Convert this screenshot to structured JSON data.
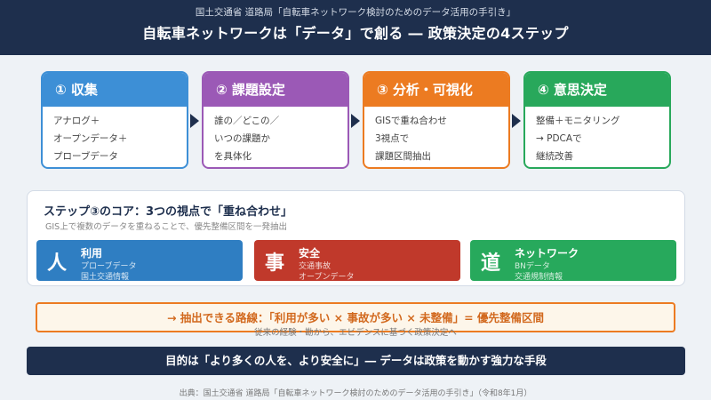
{
  "header": {
    "subtitle": "国土交通省 道路局「自転車ネットワーク検討のためのデータ活用の手引き」",
    "title": "自転車ネットワークは「データ」で創る ― 政策決定の4ステップ"
  },
  "steps": [
    {
      "label": "① 収集",
      "lines": [
        "アナログ＋",
        "オープンデータ＋",
        "プローブデータ"
      ],
      "color": "#3d8fd6"
    },
    {
      "label": "② 課題設定",
      "lines": [
        "誰の／どこの／",
        "いつの課題か",
        "を具体化"
      ],
      "color": "#9b59b6"
    },
    {
      "label": "③ 分析・可視化",
      "lines": [
        "GISで重ね合わせ",
        "3視点で",
        "課題区間抽出"
      ],
      "color": "#ec7b21"
    },
    {
      "label": "④ 意思決定",
      "lines": [
        "整備＋モニタリング",
        "→ PDCAで",
        "継続改善"
      ],
      "color": "#28a85b"
    }
  ],
  "core": {
    "title": "ステップ③のコア：3つの視点で「重ね合わせ」",
    "description": "GIS上で複数のデータを重ねることで、優先整備区間を一発抽出",
    "points": [
      {
        "kanji": "人",
        "name": "利用",
        "lines": [
          "プローブデータ",
          "国土交通情報"
        ],
        "color": "#2f7ec2"
      },
      {
        "kanji": "事",
        "name": "安全",
        "lines": [
          "交通事故",
          "オープンデータ"
        ],
        "color": "#c0392b"
      },
      {
        "kanji": "道",
        "name": "ネットワーク",
        "lines": [
          "BNデータ",
          "交通規制情報"
        ],
        "color": "#27a95c"
      }
    ]
  },
  "result": {
    "main": "→ 抽出できる路線：「利用が多い × 事故が多い × 未整備」= 優先整備区間",
    "sub": "従来の経験・勘から、エビデンスに基づく政策決定へ"
  },
  "purpose": "目的は「より多くの人を、より安全に」― データは政策を動かす強力な手段",
  "source": "出典：国土交通省 道路局「自転車ネットワーク検討のためのデータ活用の手引き」（令和8年1月）"
}
